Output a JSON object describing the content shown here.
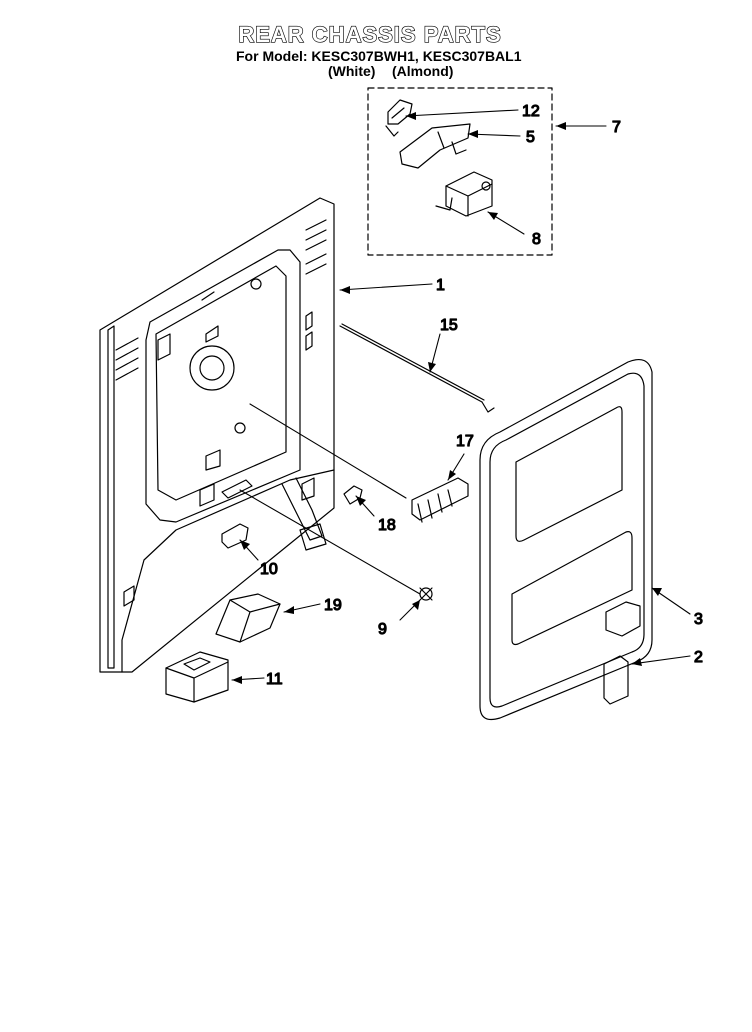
{
  "header": {
    "title": "REAR CHASSIS PARTS",
    "model_line": "For Model: KESC307BWH1, KESC307BAL1",
    "variant_white": "(White)",
    "variant_almond": "(Almond)"
  },
  "callouts": [
    {
      "id": "c12",
      "label": "12"
    },
    {
      "id": "c5",
      "label": "5"
    },
    {
      "id": "c7",
      "label": "7"
    },
    {
      "id": "c8",
      "label": "8"
    },
    {
      "id": "c1",
      "label": "1"
    },
    {
      "id": "c15",
      "label": "15"
    },
    {
      "id": "c17",
      "label": "17"
    },
    {
      "id": "c18",
      "label": "18"
    },
    {
      "id": "c10",
      "label": "10"
    },
    {
      "id": "c3",
      "label": "3"
    },
    {
      "id": "c19",
      "label": "19"
    },
    {
      "id": "c9",
      "label": "9"
    },
    {
      "id": "c2",
      "label": "2"
    },
    {
      "id": "c11",
      "label": "11"
    }
  ]
}
